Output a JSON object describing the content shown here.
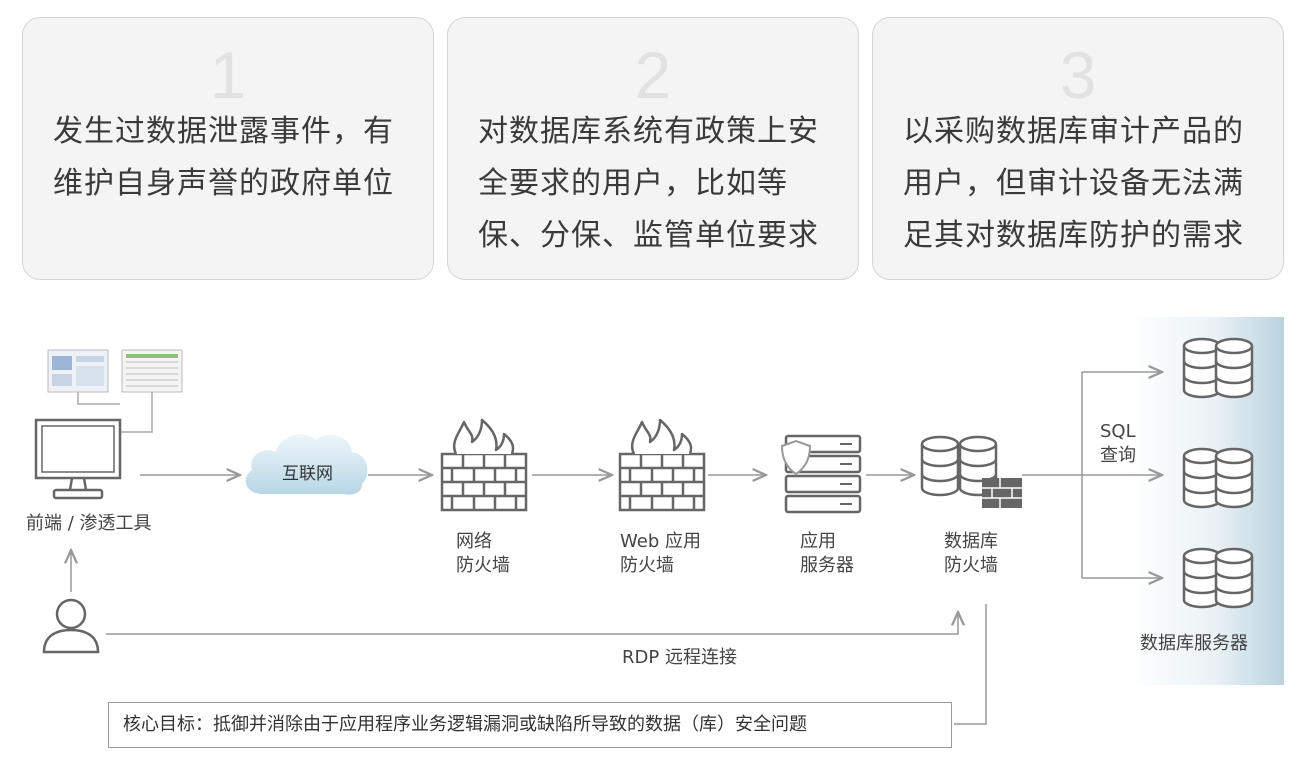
{
  "cards": [
    {
      "number": "1",
      "text": "发生过数据泄露事件，有维护自身声誉的政府单位"
    },
    {
      "number": "2",
      "text": "对数据库系统有政策上安全要求的用户，比如等保、分保、监管单位要求"
    },
    {
      "number": "3",
      "text": "以采购数据库审计产品的用户，但审计设备无法满足其对数据库防护的需求"
    }
  ],
  "diagram": {
    "frontend": "前端 / 渗透工具",
    "internet": "互联网",
    "network_fw": [
      "网络",
      "防火墙"
    ],
    "web_fw": [
      "Web 应用",
      "防火墙"
    ],
    "app_server": [
      "应用",
      "服务器"
    ],
    "db_fw": [
      "数据库",
      "防火墙"
    ],
    "sql_query": [
      "SQL",
      "查询"
    ],
    "db_servers": "数据库服务器",
    "rdp": "RDP 远程连接",
    "goal": "核心目标：抵御并消除由于应用程序业务逻辑漏洞或缺陷所导致的数据（库）安全问题"
  }
}
